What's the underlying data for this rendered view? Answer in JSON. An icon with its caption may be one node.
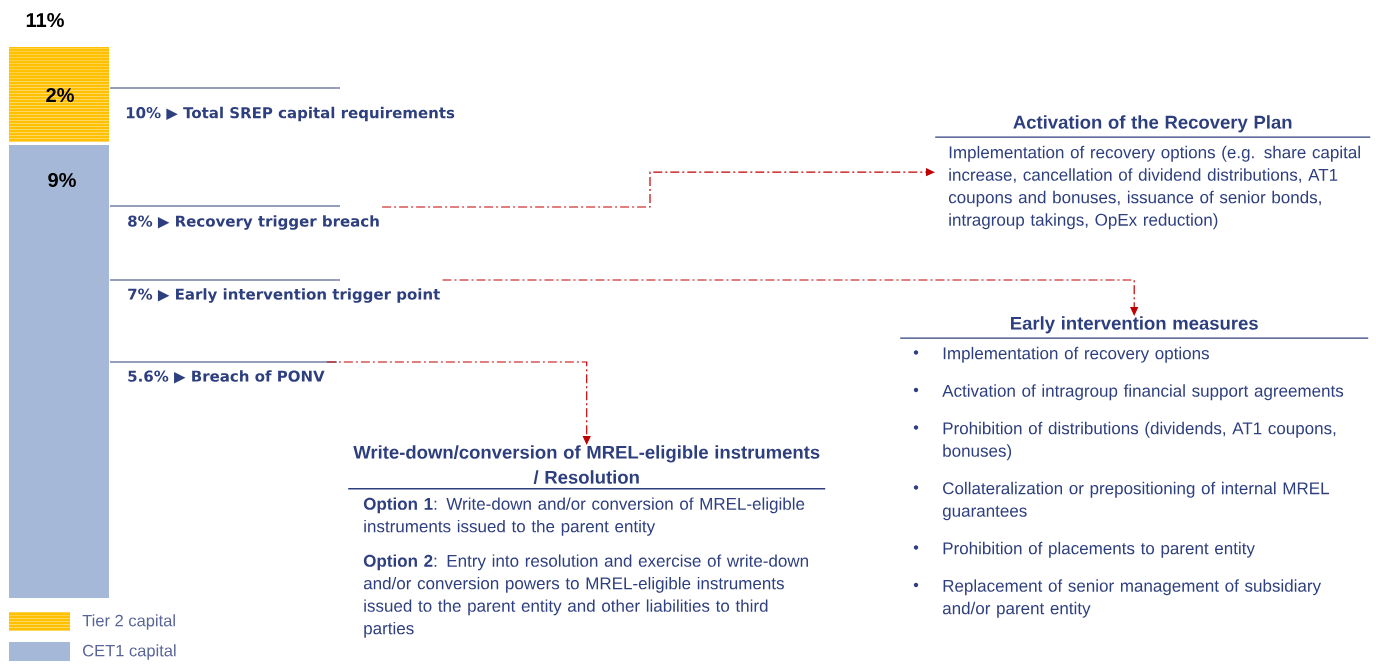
{
  "diagram": {
    "nodes": [
      {
        "text": [
          "8% ▶ Recovery trigger breach"
        ]
      },
      {
        "text": [
          "7% ▶ Early intervention trigger point"
        ]
      },
      {
        "text": [
          "5.6% ▶ Breach of PONV"
        ]
      },
      {
        "text": [
          "Activation of the Recovery Plan",
          "Implementation of recovery options (e.g. share capital increase, cancellation of dividend distributions, AT1 coupons and bonuses, issuance of senior bonds, intragroup takings, OpEx reduction)"
        ]
      },
      {
        "text": [
          "Early intervention measures",
          "Implementation of recovery options",
          "Activation of intragroup financial support agreements",
          "Prohibition of distributions (dividends, AT1 coupons, bonuses)",
          "Collateralization or prepositioning of internal MREL guarantees",
          "Prohibition of placements to parent entity",
          "Replacement of senior management of subsidiary and/or parent entity"
        ]
      },
      {
        "text": [
          "Write-down/conversion of MREL-eligible instruments / Resolution",
          "**Option 1**: Write-down and/or conversion of MREL-eligible instruments issued to the parent entity",
          "**Option 2**: Entry into resolution and exercise of write-down and/or conversion powers to MREL-eligible instruments issued to the parent entity and other liabilities to third parties"
        ]
      }
    ],
    "edges": [
      {
        "from": 0,
        "to": 3,
        "arrow": "to",
        "style": "dashed",
        "color": "#c00000"
      },
      {
        "from": 1,
        "to": 4,
        "arrow": "to",
        "style": "dashed",
        "color": "#c00000"
      },
      {
        "from": 2,
        "to": 5,
        "arrow": "to",
        "style": "dashed",
        "color": "#c00000"
      }
    ],
    "labels": [
      "11%",
      "2%",
      "9%",
      "10% ▶ Total SREP capital requirements"
    ],
    "legend": [
      {
        "text": "Tier 2 capital",
        "color": "#ffc000"
      },
      {
        "text": "CET1 capital",
        "color": "#a5b8d8"
      }
    ]
  }
}
